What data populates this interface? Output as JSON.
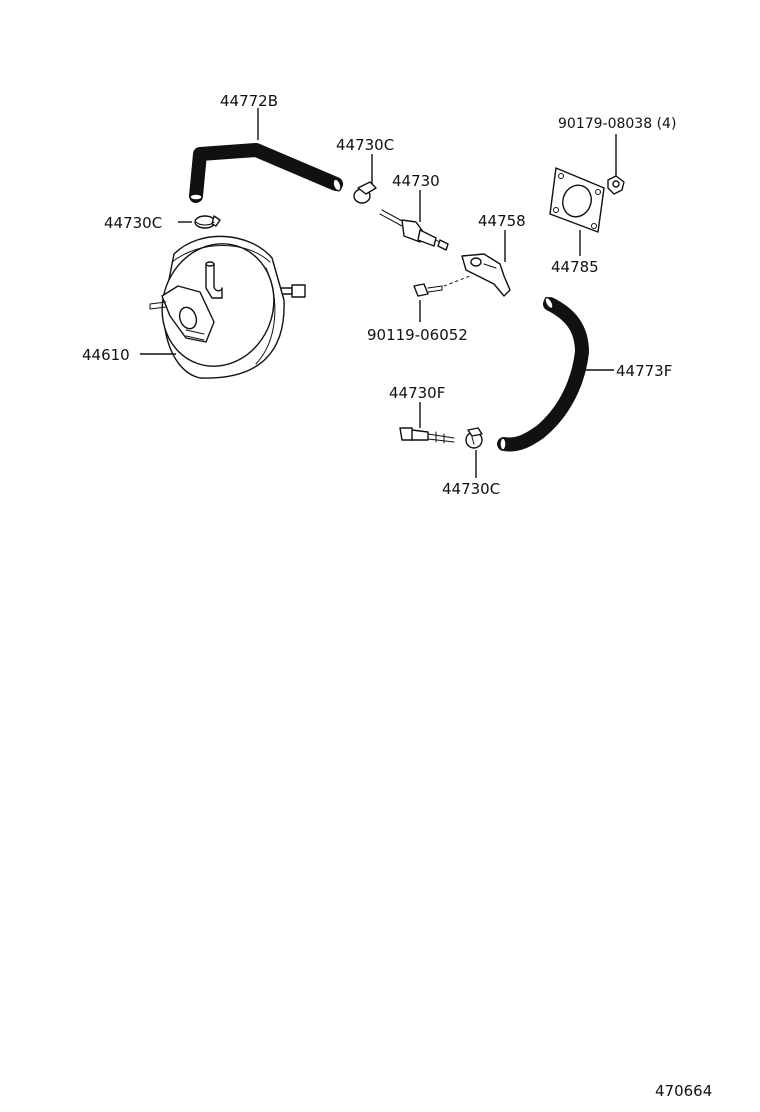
{
  "diagram": {
    "parts": {
      "hose_upper": "44772B",
      "clamp_upper_right": "44730C",
      "check_valve": "44730",
      "clamp_left": "44730C",
      "bracket": "44758",
      "nut": "90179-08038 (4)",
      "gasket": "44785",
      "bolt": "90119-06052",
      "booster": "44610",
      "hose_lower": "44773F",
      "union": "44730F",
      "clamp_lower": "44730C"
    },
    "figure_number": "470664"
  }
}
